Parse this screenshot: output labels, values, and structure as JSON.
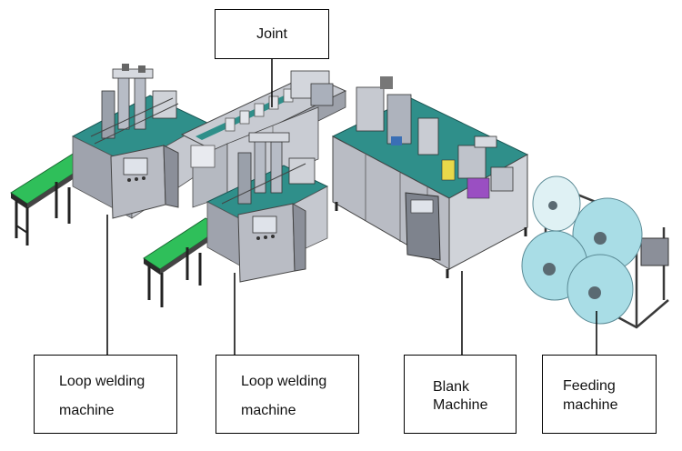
{
  "labels": {
    "joint": "Joint",
    "loop_welding_1": [
      "Loop welding",
      "machine"
    ],
    "loop_welding_2": [
      "Loop welding",
      "machine"
    ],
    "blank": [
      "Blank",
      "Machine"
    ],
    "feeding": [
      "Feeding",
      "machine"
    ]
  },
  "colors": {
    "machine_gray": "#b9bcc4",
    "machine_dark": "#8b8f99",
    "table_teal": "#2f8f8a",
    "conveyor_green": "#2fbf5a",
    "roll_cyan": "#a9dde6",
    "accent_purple": "#9a4fc2",
    "accent_yellow": "#e8d84a"
  }
}
